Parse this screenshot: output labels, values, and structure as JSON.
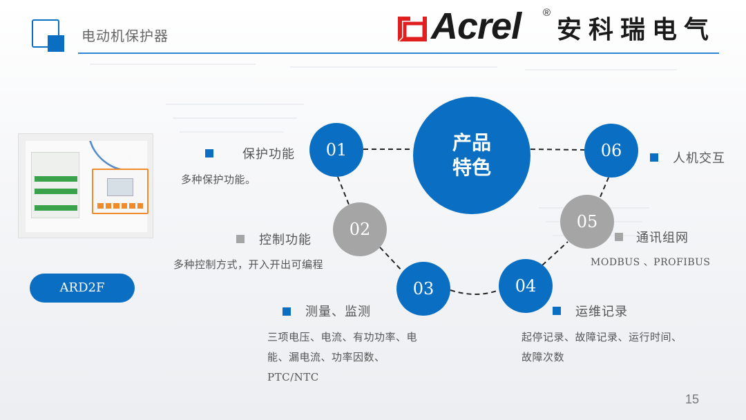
{
  "header": {
    "title": "电动机保护器",
    "logo_brand": "Acrel",
    "logo_registered": "®",
    "logo_cn": "安科瑞电气",
    "logo_colors": {
      "mark": "#e02020",
      "text": "#1a1a1a"
    },
    "icon": "square-frame-icon"
  },
  "product": {
    "image": "motor-protector-device-photo",
    "model": "ARD2F"
  },
  "center": {
    "line1": "产品",
    "line2": "特色"
  },
  "features": [
    {
      "num": "01",
      "title": "保护功能",
      "desc": "多种保护功能。",
      "color": "blue"
    },
    {
      "num": "02",
      "title": "控制功能",
      "desc": "多种控制方式，开入开出可编程",
      "color": "gray"
    },
    {
      "num": "03",
      "title": "测量、监测",
      "desc_lines": [
        "三项电压、电流、有功功率、电",
        "能、漏电流、功率因数、",
        "PTC/NTC"
      ],
      "color": "blue"
    },
    {
      "num": "04",
      "title": "运维记录",
      "desc_lines": [
        "起停记录、故障记录、运行时间、",
        "故障次数"
      ],
      "color": "blue"
    },
    {
      "num": "05",
      "title": "通讯组网",
      "desc": "MODBUS 、PROFIBUS",
      "color": "gray"
    },
    {
      "num": "06",
      "title": "人机交互",
      "color": "blue"
    }
  ],
  "colors": {
    "accent_blue": "#0a6fc2",
    "accent_gray": "#a5a5a5",
    "header_line": "#2a86d4"
  },
  "footer": {
    "page_number": "15"
  }
}
